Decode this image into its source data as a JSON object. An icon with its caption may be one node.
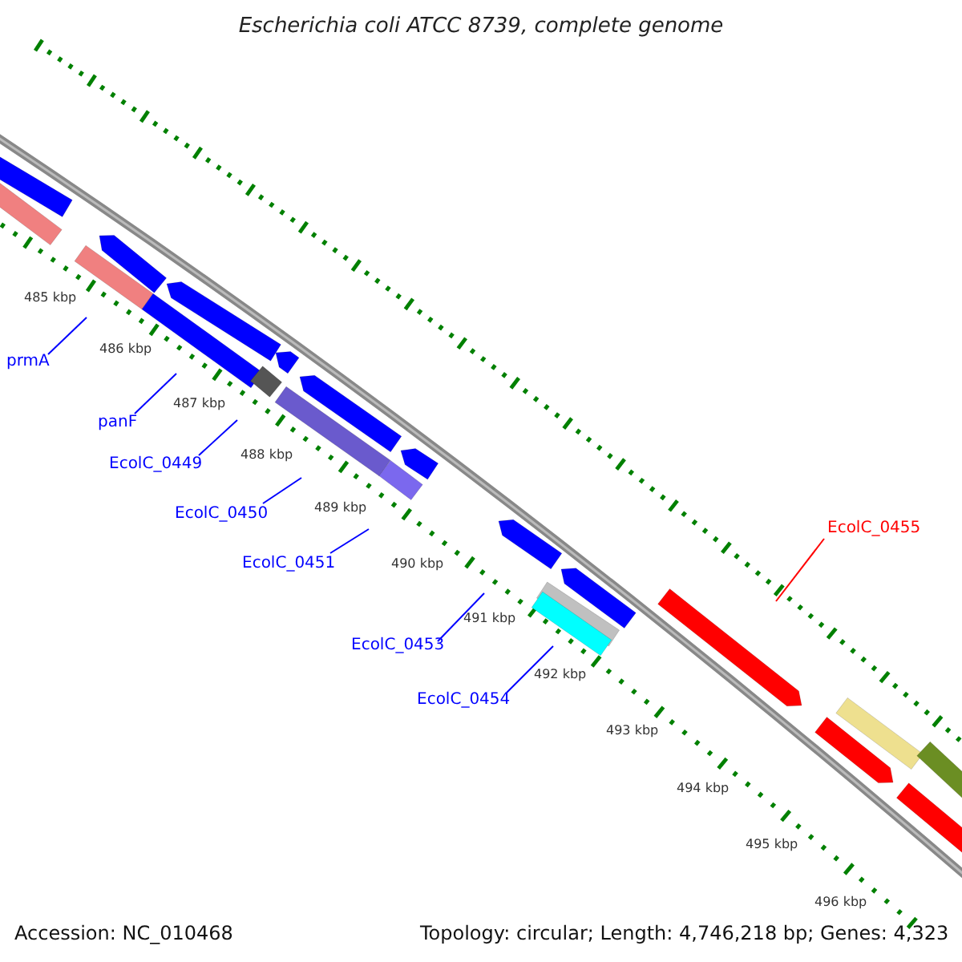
{
  "diagram": {
    "title": "Escherichia coli ATCC 8739, complete genome",
    "nodes": [
      {
        "text": [
          "prmA"
        ]
      },
      {
        "text": [
          "panF"
        ]
      },
      {
        "text": [
          "EcolC_0449"
        ]
      },
      {
        "text": [
          "EcolC_0450"
        ]
      },
      {
        "text": [
          "EcolC_0451"
        ]
      },
      {
        "text": [
          "EcolC_0453"
        ]
      },
      {
        "text": [
          "EcolC_0454"
        ]
      },
      {
        "text": [
          "EcolC_0455"
        ]
      }
    ],
    "edges": [
      {
        "from": 0,
        "to": null,
        "arrow": "none"
      },
      {
        "from": 1,
        "to": null,
        "arrow": "none"
      },
      {
        "from": 2,
        "to": null,
        "arrow": "none"
      },
      {
        "from": 3,
        "to": null,
        "arrow": "none"
      },
      {
        "from": 4,
        "to": null,
        "arrow": "none"
      },
      {
        "from": 5,
        "to": null,
        "arrow": "none"
      },
      {
        "from": 6,
        "to": null,
        "arrow": "none"
      },
      {
        "from": 7,
        "to": null,
        "arrow": "none",
        "color": "#ff0000"
      }
    ],
    "labels": [
      "485 kbp",
      "486 kbp",
      "487 kbp",
      "488 kbp",
      "489 kbp",
      "490 kbp",
      "491 kbp",
      "492 kbp",
      "493 kbp",
      "494 kbp",
      "495 kbp",
      "496 kbp",
      "Accession: NC_010468",
      "Topology: circular; Length: 4,746,218 bp; Genes: 4,323"
    ]
  }
}
